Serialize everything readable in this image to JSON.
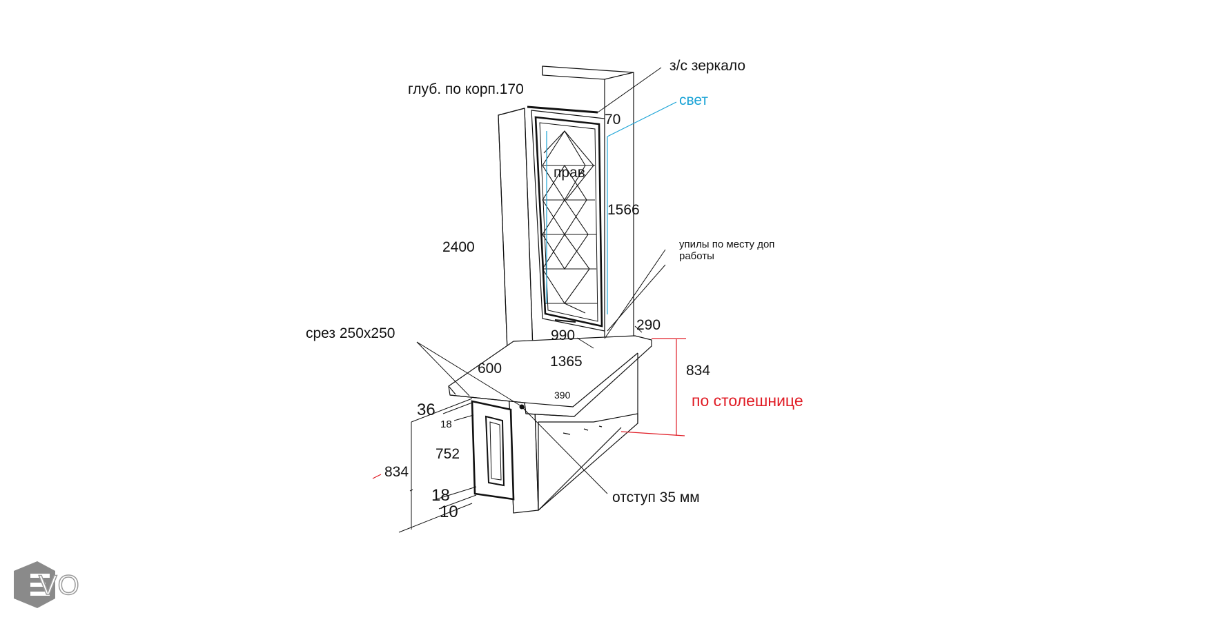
{
  "labels": {
    "depth_body": "глуб. по корп.170",
    "mirror": "з/с зеркало",
    "light": "свет",
    "dim_70": "70",
    "right": "прав",
    "dim_1566": "1566",
    "dim_2400": "2400",
    "fillers": "упилы по месту доп работы",
    "dim_290": "290",
    "cut": "срез 250x250",
    "dim_990": "990",
    "dim_600": "600",
    "dim_1365": "1365",
    "dim_834_right": "834",
    "by_worktop": "по столешнице",
    "dim_390": "390",
    "dim_36": "36",
    "dim_18_top": "18",
    "dim_752": "752",
    "dim_834_left": "834",
    "dim_18_bottom": "18",
    "dim_10": "10",
    "offset": "отступ  35   мм"
  },
  "logo": {
    "text": "VO"
  },
  "colors": {
    "line": "#111111",
    "light": "#1aa3d6",
    "dimension_red": "#e01b24",
    "logo": "#8a8a8a"
  }
}
